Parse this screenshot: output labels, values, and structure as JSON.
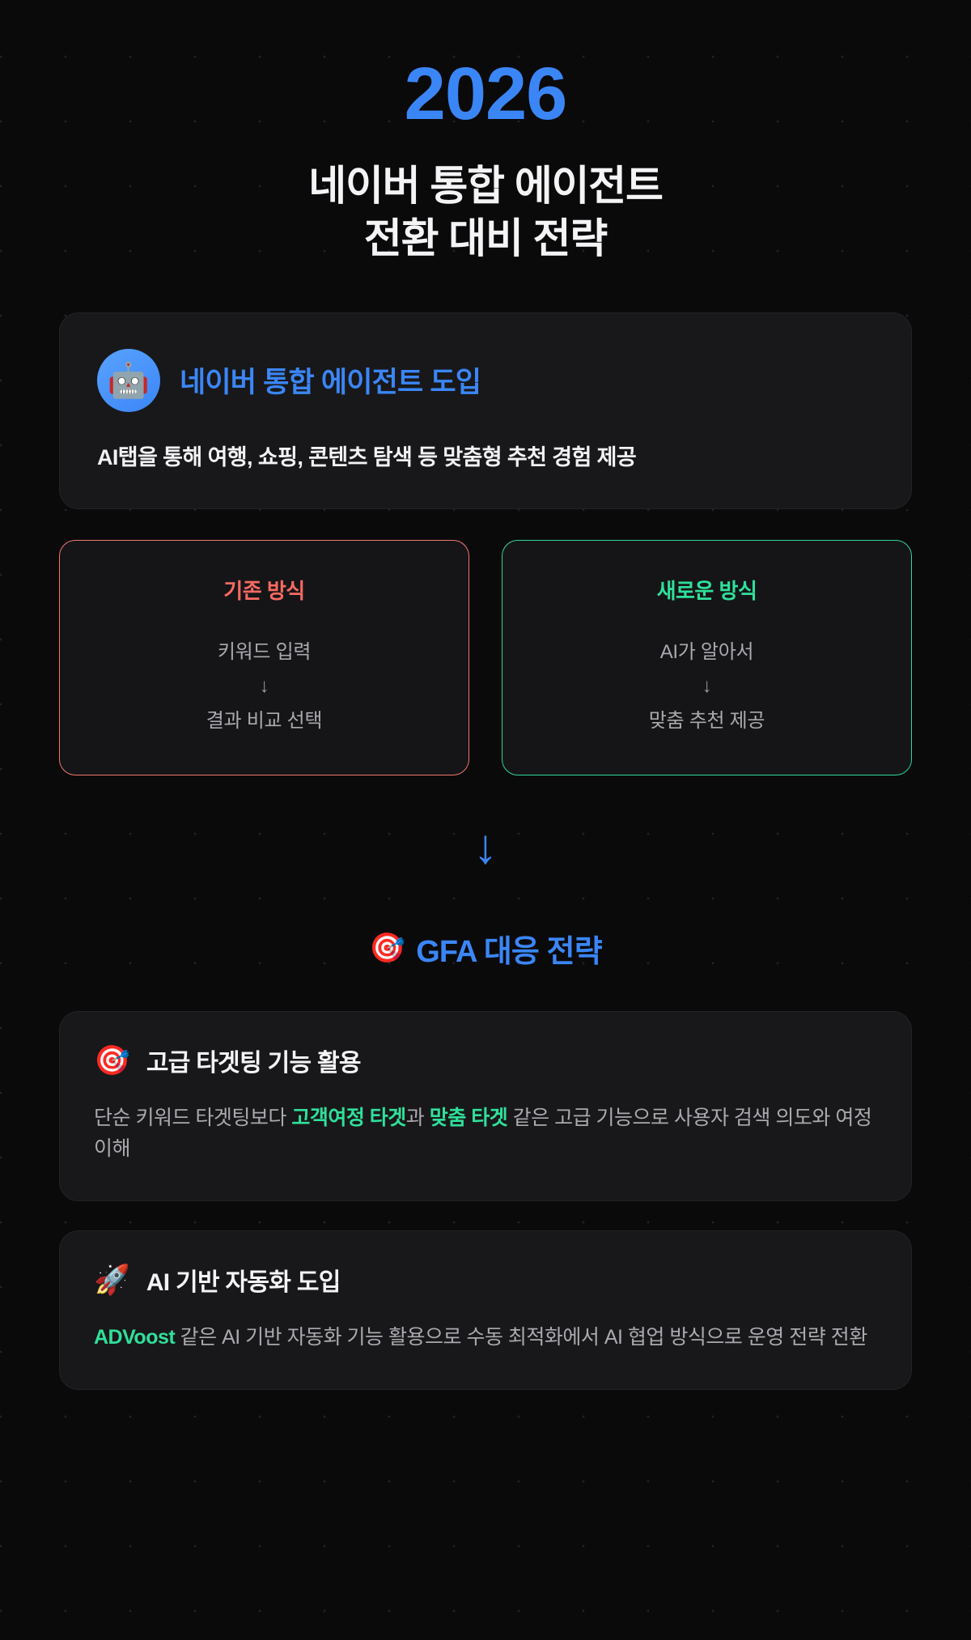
{
  "theme": {
    "background": "#0a0a0b",
    "card_background": "#18181a",
    "accent_blue": "#3b86f7",
    "accent_green": "#2fe09a",
    "accent_red": "#f86a62",
    "body_text": "#a9a9ae",
    "heading_text": "#f4f4f6"
  },
  "hero": {
    "year": "2026",
    "title_line1": "네이버 통합 에이전트",
    "title_line2": "전환 대비 전략"
  },
  "intro_card": {
    "icon": "robot-icon",
    "icon_glyph": "🤖",
    "heading": "네이버 통합 에이전트 도입",
    "body": "AI탭을 통해 여행, 쇼핑, 콘텐츠 탐색 등 맞춤형 추천 경험 제공"
  },
  "comparison": {
    "old": {
      "title": "기존 방식",
      "step1": "키워드 입력",
      "arrow": "↓",
      "step2": "결과 비교 선택"
    },
    "new": {
      "title": "새로운 방식",
      "step1": "AI가 알아서",
      "arrow": "↓",
      "step2": "맞춤 추천 제공"
    }
  },
  "transition": {
    "arrow": "↓"
  },
  "section": {
    "icon": "target-icon",
    "icon_glyph": "🎯",
    "heading": "GFA 대응 전략"
  },
  "strategies": [
    {
      "icon": "target-icon",
      "icon_glyph": "🎯",
      "title": "고급 타겟팅 기능 활용",
      "body_part1": "단순 키워드 타겟팅보다 ",
      "highlight1": "고객여정 타겟",
      "body_part2": "과 ",
      "highlight2": "맞춤 타겟",
      "body_part3": " 같은 고급 기능으로 사용자 검색 의도와 여정 이해"
    },
    {
      "icon": "rocket-icon",
      "icon_glyph": "🚀",
      "title": "AI 기반 자동화 도입",
      "body_part1": "",
      "highlight1": "ADVoost",
      "body_part2": " 같은 AI 기반 자동화 기능 활용으로 수동 최적화에서 AI 협업 방식으로 운영 전략 전환",
      "highlight2": "",
      "body_part3": ""
    }
  ]
}
